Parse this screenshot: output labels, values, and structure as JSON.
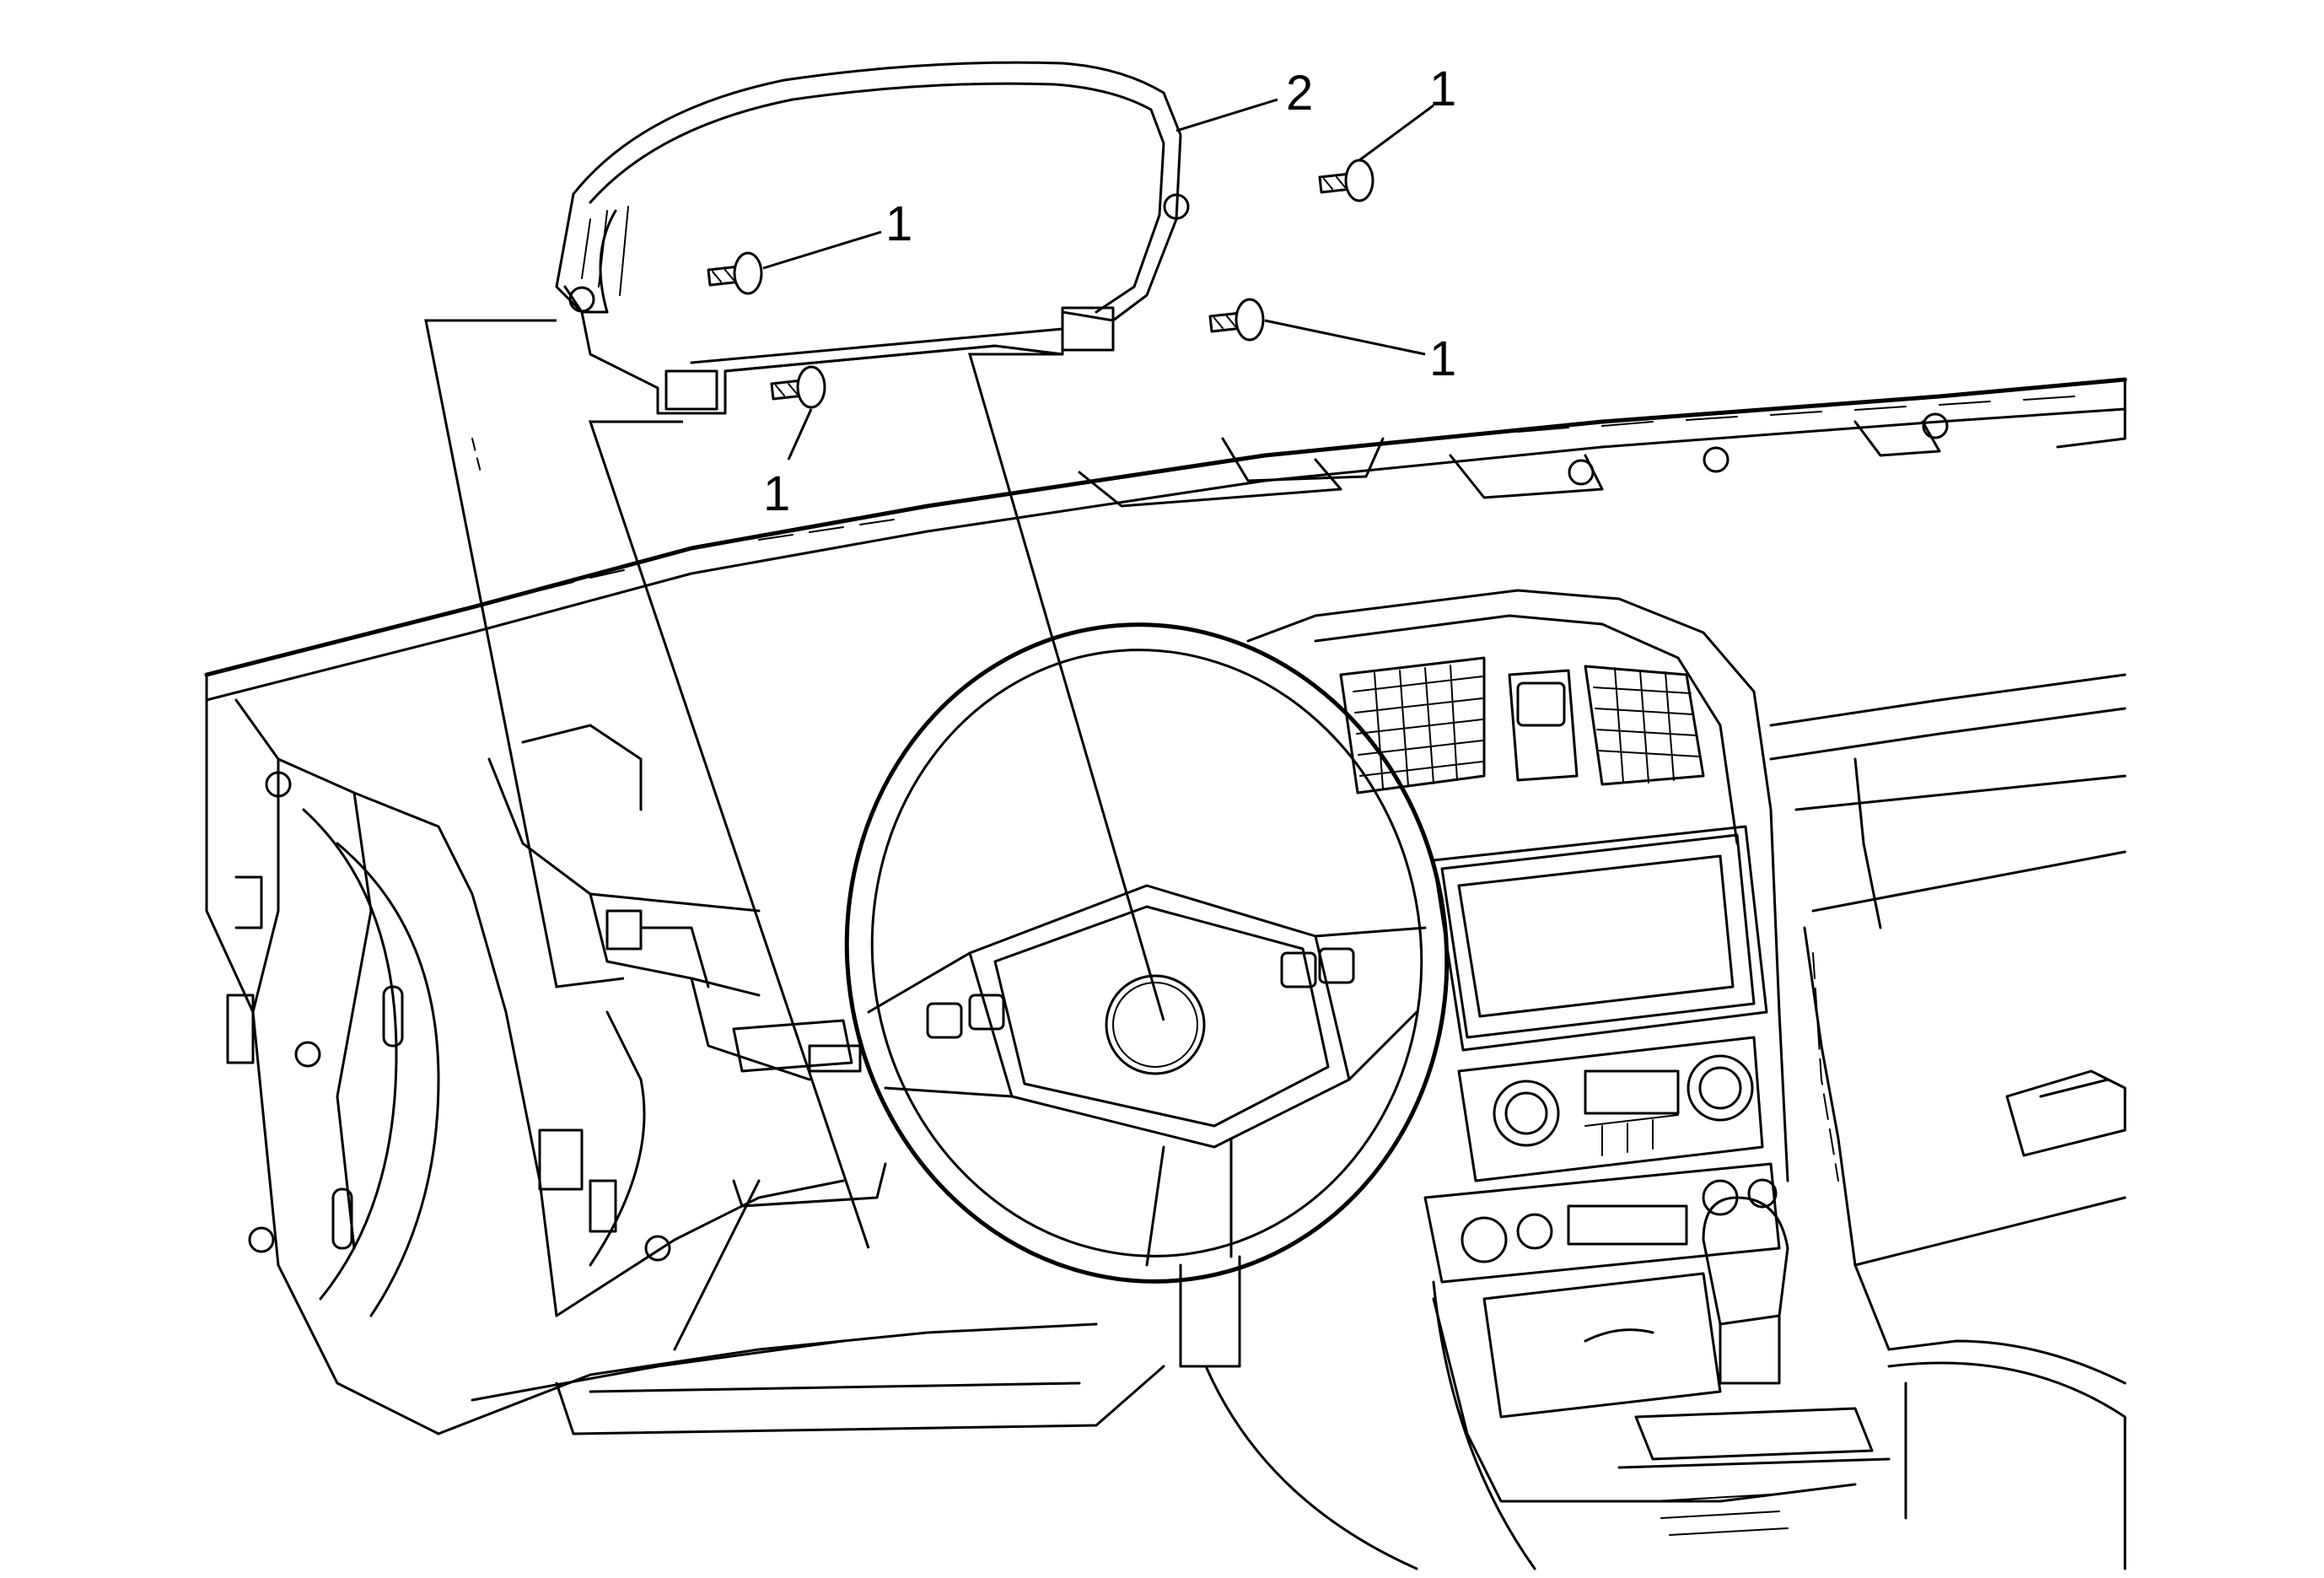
{
  "callouts": [
    {
      "id": "screw-top-right",
      "label": "1"
    },
    {
      "id": "cluster",
      "label": "2"
    },
    {
      "id": "screw-left",
      "label": "1"
    },
    {
      "id": "screw-right-lower",
      "label": "1"
    },
    {
      "id": "screw-bottom",
      "label": "1"
    }
  ]
}
